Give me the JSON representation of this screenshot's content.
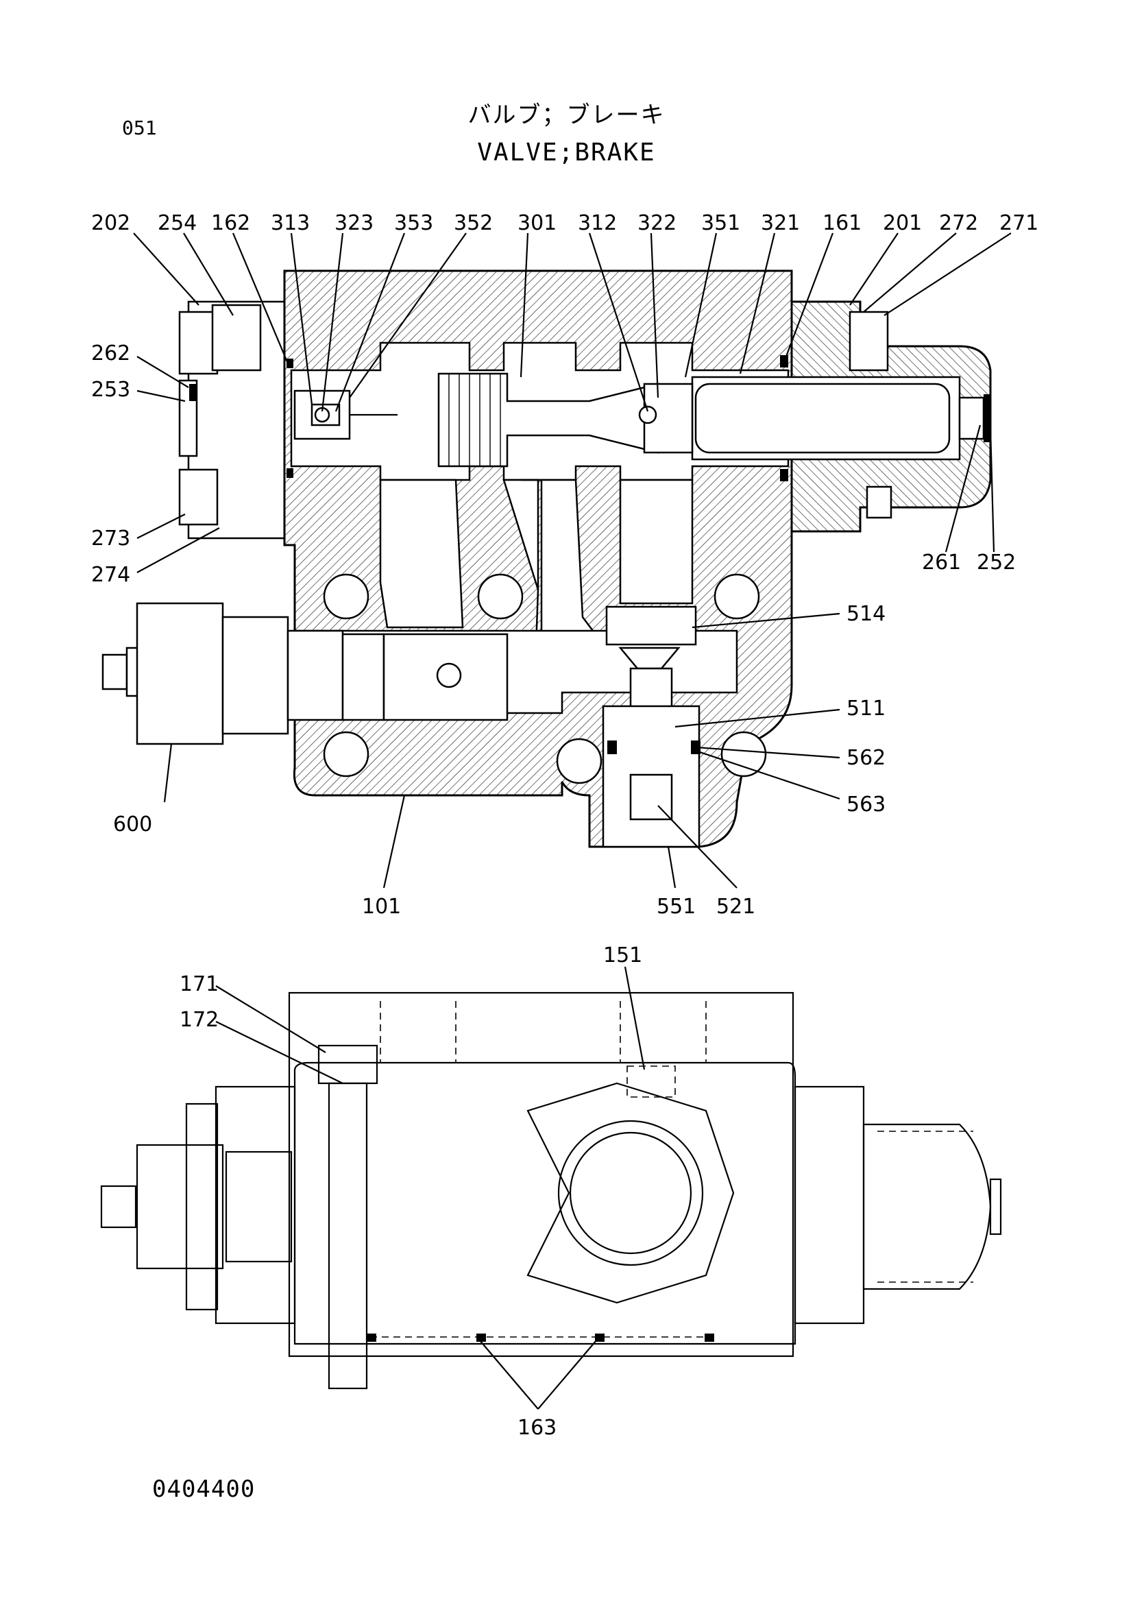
{
  "header": {
    "page_number": "051",
    "title_jp": "バルブ；ブレーキ",
    "title_en": "VALVE;BRAKE"
  },
  "footer": {
    "drawing_number": "0404400"
  },
  "callouts": {
    "c202": "202",
    "c254": "254",
    "c162": "162",
    "c313": "313",
    "c323": "323",
    "c353": "353",
    "c352": "352",
    "c301": "301",
    "c312": "312",
    "c322": "322",
    "c351": "351",
    "c321": "321",
    "c161": "161",
    "c201": "201",
    "c272": "272",
    "c271": "271",
    "c262": "262",
    "c253": "253",
    "c273": "273",
    "c274": "274",
    "c261": "261",
    "c252": "252",
    "c514": "514",
    "c511": "511",
    "c562": "562",
    "c563": "563",
    "c600": "600",
    "c101": "101",
    "c551": "551",
    "c521": "521",
    "c151": "151",
    "c171": "171",
    "c172": "172",
    "c163": "163"
  }
}
